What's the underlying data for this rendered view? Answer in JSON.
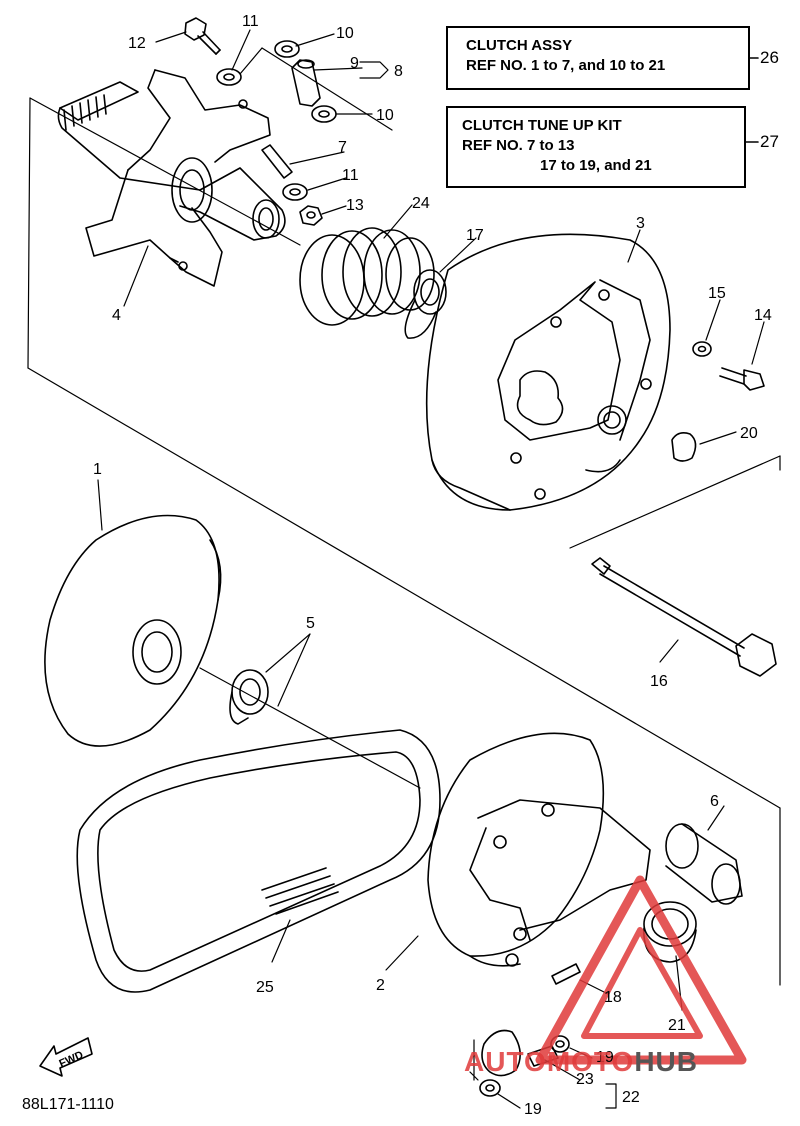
{
  "ref_boxes": [
    {
      "lines": [
        "CLUTCH ASSY",
        "REF NO. 1 to 7, and 10 to 21"
      ],
      "number": "26"
    },
    {
      "lines": [
        "CLUTCH TUNE UP KIT",
        "REF NO. 7 to 13",
        "17 to 19, and 21"
      ],
      "number": "27"
    }
  ],
  "part_labels": [
    "1",
    "2",
    "3",
    "4",
    "5",
    "6",
    "7",
    "8",
    "9",
    "10",
    "10",
    "11",
    "11",
    "12",
    "13",
    "14",
    "15",
    "16",
    "17",
    "18",
    "19",
    "19",
    "20",
    "21",
    "22",
    "23",
    "24",
    "25"
  ],
  "fwd_label": "FWD",
  "drawing_code": "88L171-1110",
  "watermark": {
    "part1": "AUTOMOTO",
    "part2": "HUB",
    "color1": "#e03a3a",
    "color2": "#555555"
  },
  "colors": {
    "line": "#000000",
    "watermark_red": "#e03a3a"
  }
}
